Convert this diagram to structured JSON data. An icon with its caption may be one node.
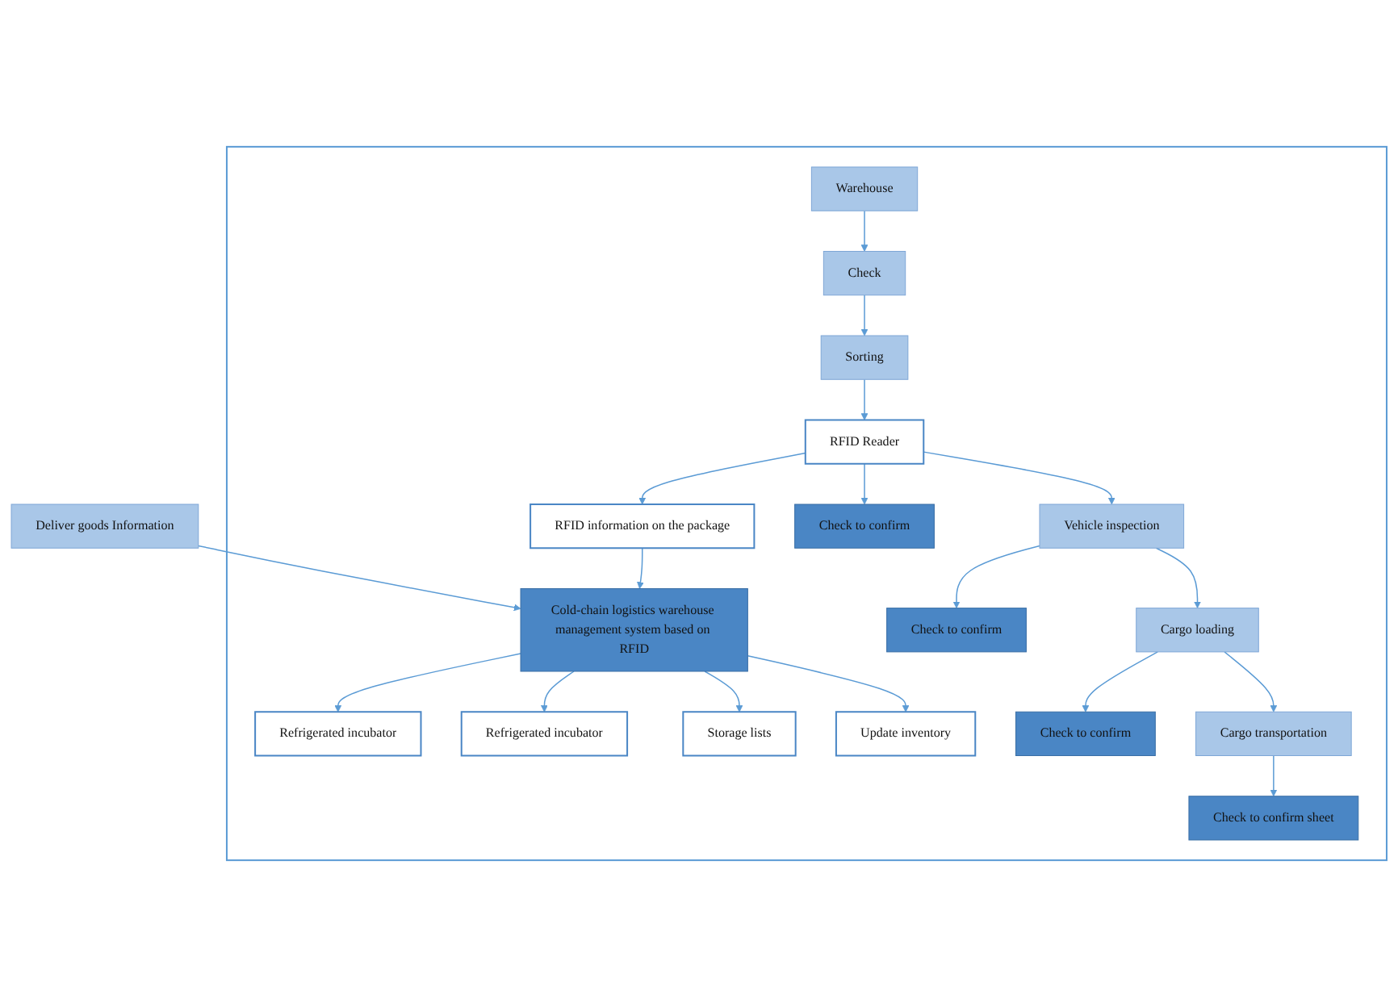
{
  "diagram": {
    "nodes": [
      {
        "text": [
          "Deliver goods Information"
        ]
      },
      {
        "text": [],
        "shape": "box"
      },
      {
        "text": [
          "Cold-chain logistics warehouse management system based on RFID"
        ],
        "in": 1
      },
      {
        "text": [
          "Refrigerated incubator"
        ],
        "in": 1
      },
      {
        "text": [
          "Refrigerated incubator"
        ],
        "in": 1
      },
      {
        "text": [
          "Storage lists"
        ],
        "in": 1
      },
      {
        "text": [
          "Update inventory"
        ],
        "in": 1
      },
      {
        "text": [
          "Warehouse"
        ],
        "in": 1
      },
      {
        "text": [
          "Check"
        ],
        "in": 1
      },
      {
        "text": [
          "Sorting"
        ],
        "in": 1
      },
      {
        "text": [
          "RFID information on the package"
        ],
        "in": 1
      },
      {
        "text": [
          "RFID Reader"
        ],
        "in": 1
      },
      {
        "text": [
          "Check to confirm"
        ],
        "in": 1
      },
      {
        "text": [
          "Vehicle inspection"
        ],
        "in": 1
      },
      {
        "text": [
          "Check to confirm"
        ],
        "in": 1
      },
      {
        "text": [
          "Cargo loading"
        ],
        "in": 1
      },
      {
        "text": [
          "Check to confirm"
        ],
        "in": 1
      },
      {
        "text": [
          "Cargo transportation"
        ],
        "in": 1
      },
      {
        "text": [
          "Check to confirm sheet"
        ],
        "in": 1
      }
    ],
    "edges": [
      {
        "from": 0,
        "to": 2,
        "arrow": "to"
      },
      {
        "from": 2,
        "to": 3,
        "arrow": "to"
      },
      {
        "from": 2,
        "to": 4,
        "arrow": "to"
      },
      {
        "from": 2,
        "to": 5,
        "arrow": "to"
      },
      {
        "from": 2,
        "to": 6,
        "arrow": "to"
      },
      {
        "from": 7,
        "to": 8,
        "arrow": "to"
      },
      {
        "from": 8,
        "to": 9,
        "arrow": "to"
      },
      {
        "from": 9,
        "to": 11,
        "arrow": "to"
      },
      {
        "from": 11,
        "to": 10,
        "arrow": "to"
      },
      {
        "from": 10,
        "to": 2,
        "arrow": "to"
      },
      {
        "from": 11,
        "to": 12,
        "arrow": "to"
      },
      {
        "from": 11,
        "to": 13,
        "arrow": "to"
      },
      {
        "from": 13,
        "to": 14,
        "arrow": "to"
      },
      {
        "from": 13,
        "to": 15,
        "arrow": "to"
      },
      {
        "from": 15,
        "to": 16,
        "arrow": "to"
      },
      {
        "from": 15,
        "to": 17,
        "arrow": "to"
      },
      {
        "from": 17,
        "to": 18,
        "arrow": "to"
      }
    ]
  }
}
